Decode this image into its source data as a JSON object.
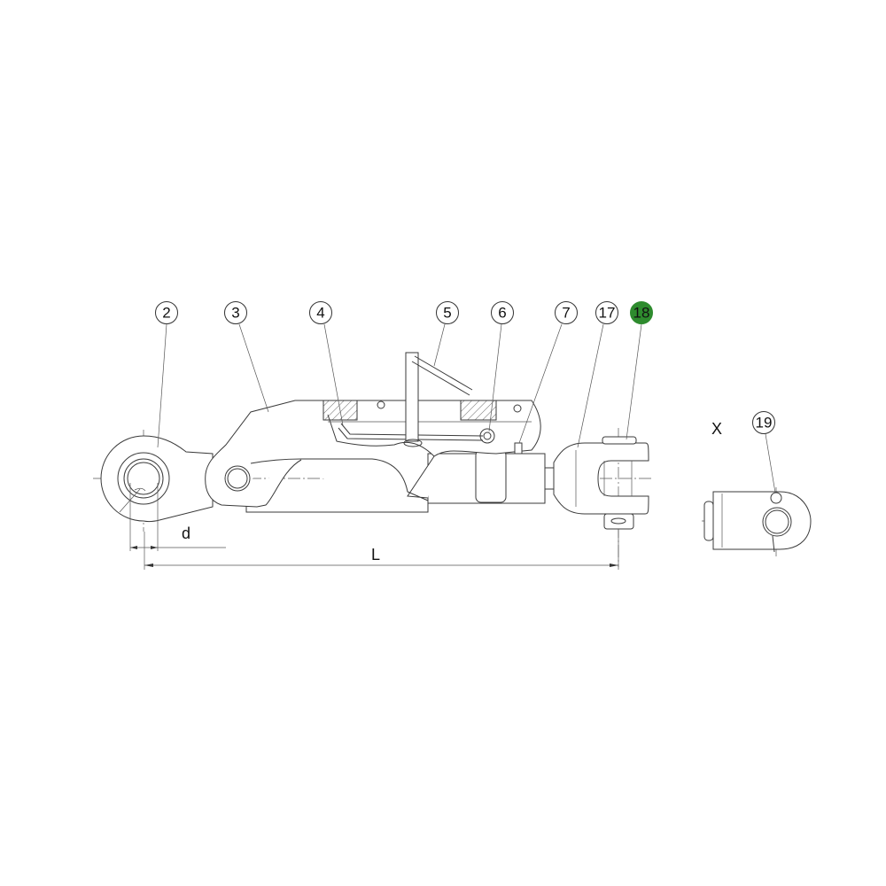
{
  "diagram": {
    "callouts": [
      {
        "label": "2",
        "highlighted": false
      },
      {
        "label": "3",
        "highlighted": false
      },
      {
        "label": "4",
        "highlighted": false
      },
      {
        "label": "5",
        "highlighted": false
      },
      {
        "label": "6",
        "highlighted": false
      },
      {
        "label": "7",
        "highlighted": false
      },
      {
        "label": "17",
        "highlighted": false
      },
      {
        "label": "18",
        "highlighted": true
      },
      {
        "label": "19",
        "highlighted": false
      }
    ],
    "view_label": "X",
    "dimensions": {
      "d": "d",
      "L": "L"
    },
    "colors": {
      "highlight": "#2e8b2e",
      "line": "#3a3a3a"
    }
  }
}
